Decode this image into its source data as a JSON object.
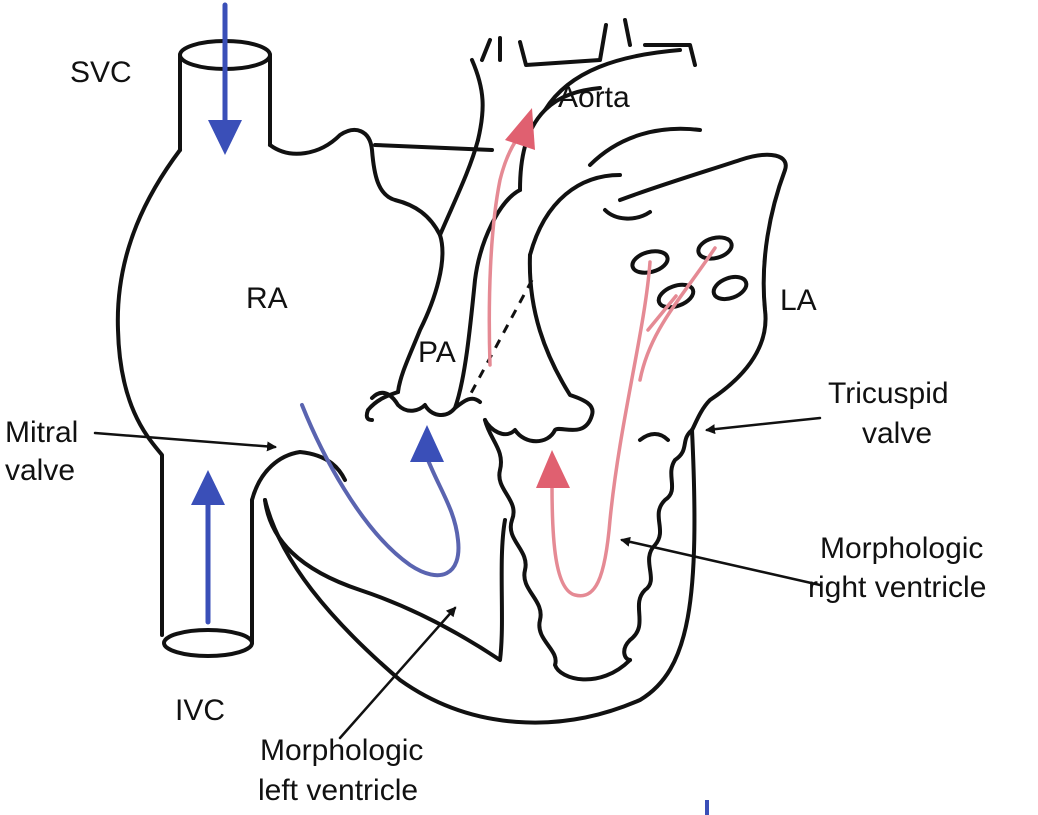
{
  "labels": {
    "svc": "SVC",
    "aorta": "Aorta",
    "ra": "RA",
    "la": "LA",
    "pa": "PA",
    "mitral_line1": "Mitral",
    "mitral_line2": "valve",
    "tricuspid_line1": "Tricuspid",
    "tricuspid_line2": "valve",
    "mrv_line1": "Morphologic",
    "mrv_line2": "right ventricle",
    "ivc": "IVC",
    "mlv_line1": "Morphologic",
    "mlv_line2": "left ventricle"
  },
  "colors": {
    "outline": "#111111",
    "venous_flow": "#3a4fb8",
    "arterial_flow": "#e06070",
    "background": "#ffffff"
  }
}
